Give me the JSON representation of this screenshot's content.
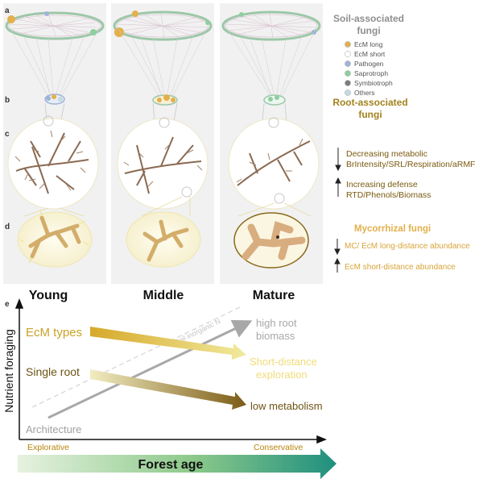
{
  "panel_labels": {
    "a": "a",
    "b": "b",
    "c": "c",
    "d": "d",
    "e": "e"
  },
  "stages": [
    "Young",
    "Middle",
    "Mature"
  ],
  "legend": {
    "title": "Soil-associated fungi",
    "items": [
      {
        "label": "EcM long",
        "color": "#e3b04b"
      },
      {
        "label": "EcM short",
        "color": "#ffffff"
      },
      {
        "label": "Pathogen",
        "color": "#9fb3d9"
      },
      {
        "label": "Saprotroph",
        "color": "#8fcf9f"
      },
      {
        "label": "Symbiotroph",
        "color": "#7d7d7d"
      },
      {
        "label": "Others",
        "color": "#c5d9e3"
      }
    ],
    "root_title": "Root-associated fungi"
  },
  "traits": {
    "decreasing_title": "Decreasing metabolic",
    "decreasing_detail": "BrIntensity/SRL/Respiration/aRMF",
    "increasing_title": "Increasing defense",
    "increasing_detail": "RTD/Phenols/Biomass"
  },
  "mycorrhizal": {
    "title": "Mycorrhizal fungi",
    "down": "MC/ EcM long-distance abundance",
    "up": "EcM short-distance abundance"
  },
  "panel_e": {
    "ylabel": "Nutrient foraging",
    "ecm_types": "EcM types",
    "single_root": "Single root",
    "architecture": "Architecture",
    "soil_n": "Soil inorganic N",
    "high_root_1": "high root",
    "high_root_2": "biomass",
    "short_dist_1": "Short-distance",
    "short_dist_2": "exploration",
    "low_metab": "low metabolism",
    "explorative": "Explorative",
    "conservative": "Conservative",
    "forest_age": "Forest age"
  },
  "colors": {
    "gold": "#c9a227",
    "olive": "#8a6a1c",
    "grey": "#a8a8a8",
    "yellow_text": "#e3b04b",
    "pale_yellow": "#efe39a",
    "green": "#2f9e7f"
  }
}
